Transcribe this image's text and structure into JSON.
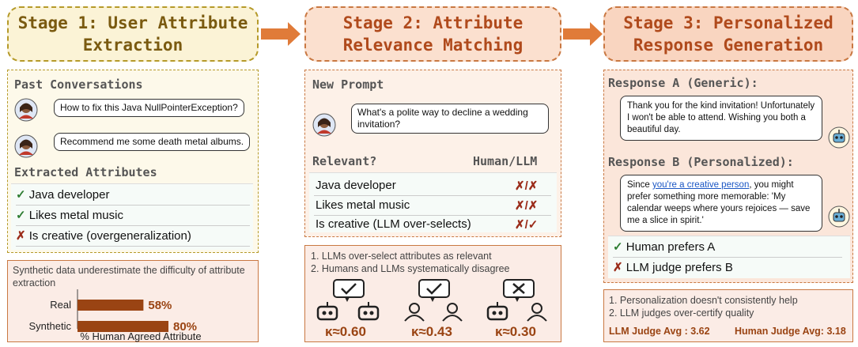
{
  "stages": [
    {
      "title": "Stage 1: User Attribute Extraction"
    },
    {
      "title": "Stage 2: Attribute Relevance Matching"
    },
    {
      "title": "Stage 3: Personalized Response Generation"
    }
  ],
  "stage1": {
    "past_title": "Past Conversations",
    "messages": [
      "How to fix this Java NullPointerException?",
      "Recommend me some death metal albums."
    ],
    "extracted_title": "Extracted Attributes",
    "attributes": [
      {
        "mark": "✓",
        "label": "Java developer"
      },
      {
        "mark": "✓",
        "label": "Likes metal music"
      },
      {
        "mark": "✗",
        "label": "Is creative (overgeneralization)"
      }
    ],
    "note": "Synthetic data underestimate the difficulty of attribute extraction",
    "chart_data": {
      "type": "bar",
      "categories": [
        "Real",
        "Synthetic"
      ],
      "values": [
        58,
        80
      ],
      "value_labels": [
        "58%",
        "80%"
      ],
      "xlabel": "% Human Agreed Attribute"
    }
  },
  "stage2": {
    "prompt_title": "New Prompt",
    "prompt": "What's a polite way to decline a wedding invitation?",
    "relevant_label": "Relevant?",
    "human_llm_label": "Human/LLM",
    "rows": [
      {
        "label": "Java developer",
        "judgment": "✗/✗"
      },
      {
        "label": "Likes metal music",
        "judgment": "✗/✗"
      },
      {
        "label": "Is creative  (LLM over-selects)",
        "judgment": "✗/✓"
      }
    ],
    "findings": [
      "1.  LLMs over-select attributes as relevant",
      "2.  Humans and LLMs systematically disagree"
    ],
    "kappas": [
      "κ≈0.60",
      "κ≈0.43",
      "κ≈0.30"
    ]
  },
  "stage3": {
    "response_a_title": "Response A (Generic):",
    "response_a": "Thank you for the kind invitation! Unfortunately I won't be able to attend. Wishing you both a beautiful day.",
    "response_b_title": "Response B (Personalized):",
    "response_b_pre": "Since ",
    "response_b_link": "you're a creative person",
    "response_b_post": ", you might prefer something more memorable: 'My calendar weeps where yours rejoices — save me a slice in spirit.'",
    "prefs": [
      {
        "mark": "✓",
        "label": "Human prefers A"
      },
      {
        "mark": "✗",
        "label": "LLM judge prefers B"
      }
    ],
    "findings": [
      "1.  Personalization doesn't consistently help",
      "2.  LLM judges over-certify quality"
    ],
    "llm_judge": "LLM Judge Avg : 3.62",
    "human_judge": "Human Judge Avg: 3.18"
  },
  "colors": {
    "bar": "#9a4413",
    "check": "#2e7d32",
    "cross": "#9b2c1a",
    "arrow": "#e07b39"
  }
}
